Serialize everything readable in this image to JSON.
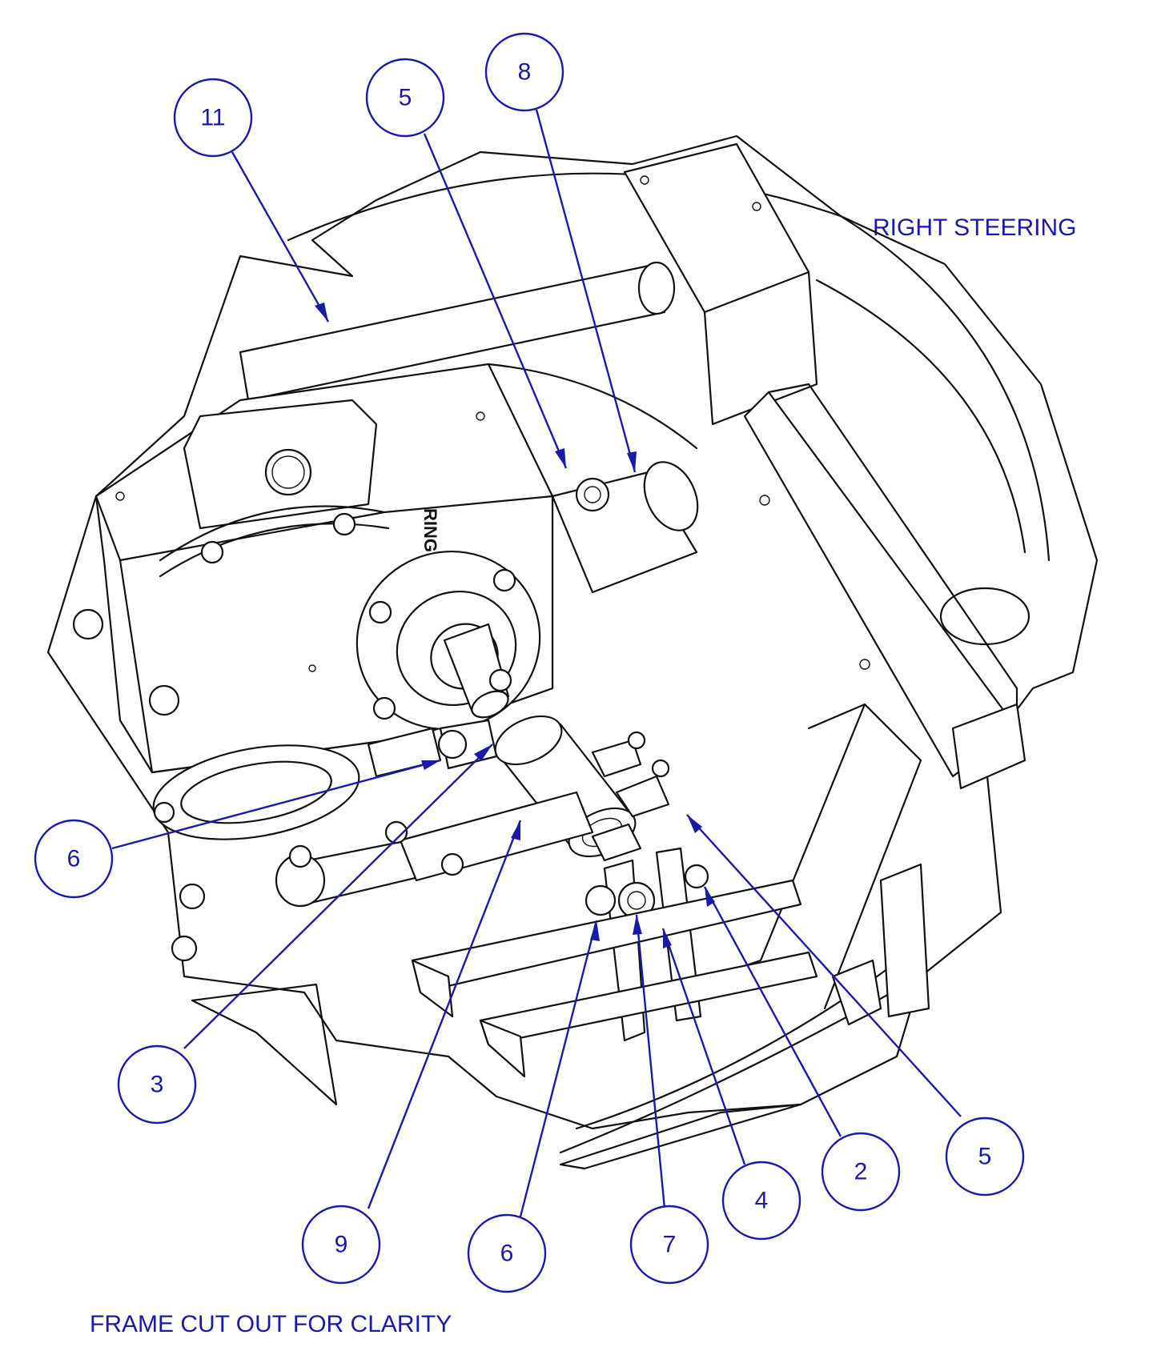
{
  "labels": {
    "view_title": "RIGHT STEERING",
    "caption": "FRAME CUT OUT FOR CLARITY",
    "housing_text": "RING"
  },
  "colors": {
    "callout": "#1a1aa8",
    "line_art": "#111111",
    "background": "#ffffff"
  },
  "callouts": [
    {
      "id": "11",
      "label": "11"
    },
    {
      "id": "5a",
      "label": "5"
    },
    {
      "id": "8",
      "label": "8"
    },
    {
      "id": "6a",
      "label": "6"
    },
    {
      "id": "3",
      "label": "3"
    },
    {
      "id": "9",
      "label": "9"
    },
    {
      "id": "6b",
      "label": "6"
    },
    {
      "id": "7",
      "label": "7"
    },
    {
      "id": "4",
      "label": "4"
    },
    {
      "id": "2",
      "label": "2"
    },
    {
      "id": "5b",
      "label": "5"
    }
  ]
}
